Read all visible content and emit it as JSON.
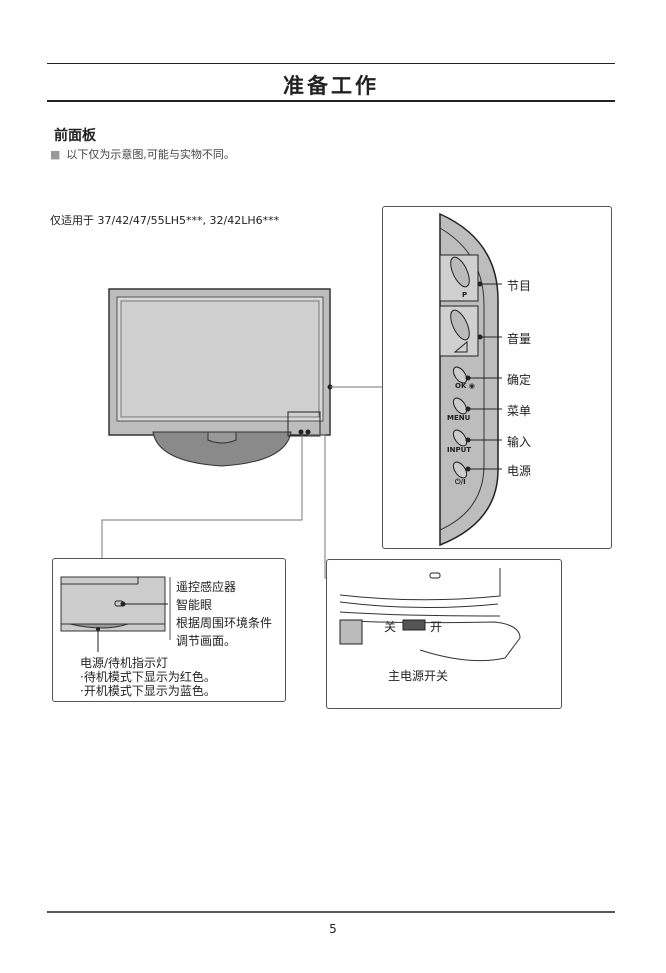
{
  "header": {
    "title": "准备工作"
  },
  "section": {
    "heading": "前面板",
    "note_bullet": "■",
    "note": "以下仅为示意图,可能与实物不同。",
    "applies_to": "仅适用于 37/42/47/55LH5***, 32/42LH6***"
  },
  "side_panel": {
    "buttons": [
      {
        "label": "节目",
        "marking": "P"
      },
      {
        "label": "音量",
        "marking": ""
      },
      {
        "label": "确定",
        "marking": "OK ◉"
      },
      {
        "label": "菜单",
        "marking": "MENU"
      },
      {
        "label": "输入",
        "marking": "INPUT"
      },
      {
        "label": "电源",
        "marking": "⏻/I"
      }
    ]
  },
  "sensor_callout": {
    "lines": [
      "遥控感应器",
      "智能眼",
      "根据周围环境条件",
      "调节画面。"
    ],
    "indicator_title": "电源/待机指示灯",
    "indicator_lines": [
      "·待机模式下显示为红色。",
      "·开机模式下显示为蓝色。"
    ]
  },
  "switch_callout": {
    "off_label": "关",
    "on_label": "开",
    "caption": "主电源开关"
  },
  "footer": {
    "page_number": "5"
  }
}
